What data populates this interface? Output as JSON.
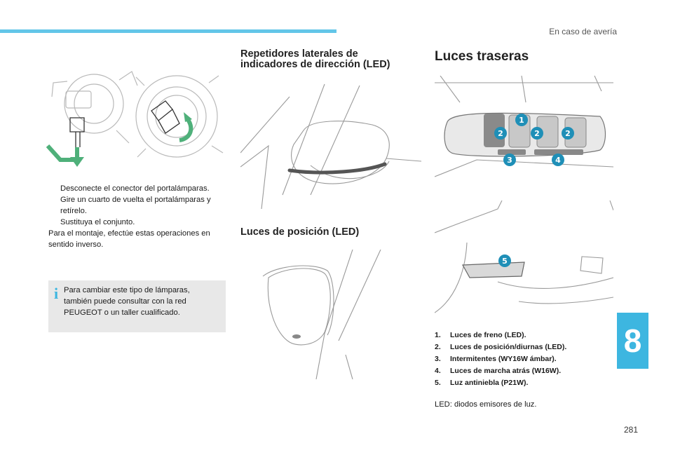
{
  "header": {
    "chapter_title": "En caso de avería",
    "chapter_number": "8",
    "page_number": "281"
  },
  "column1": {
    "steps": [
      "Desconecte el conector del portalámparas.",
      "Gire un cuarto de vuelta el portalámparas y retírelo.",
      "Sustituya el conjunto."
    ],
    "bullet_symbol": "",
    "paragraph": "Para el montaje, efectúe estas operaciones en sentido inverso.",
    "info_icon": "i",
    "info_text": "Para cambiar este tipo de lámparas, también puede consultar con la red PEUGEOT o un taller cualificado."
  },
  "column2": {
    "section1_title_line1": "Repetidores laterales de",
    "section1_title_line2": "indicadores de dirección (LED)",
    "section2_title": "Luces de posición (LED)"
  },
  "column3": {
    "title": "Luces traseras",
    "callouts": [
      "1",
      "2",
      "2",
      "2",
      "3",
      "4",
      "5"
    ],
    "legend": [
      {
        "num": "1.",
        "text": "Luces de freno (LED)."
      },
      {
        "num": "2.",
        "text": "Luces de posición/diurnas (LED)."
      },
      {
        "num": "3.",
        "text": "Intermitentes (WY16W ámbar)."
      },
      {
        "num": "4.",
        "text": "Luces de marcha atrás (W16W)."
      },
      {
        "num": "5.",
        "text": "Luz antiniebla (P21W)."
      }
    ],
    "note": "LED: diodos emisores de luz."
  },
  "colors": {
    "accent": "#3db6e0",
    "callout": "#1f8fb7",
    "arrow": "#4fb07a"
  }
}
